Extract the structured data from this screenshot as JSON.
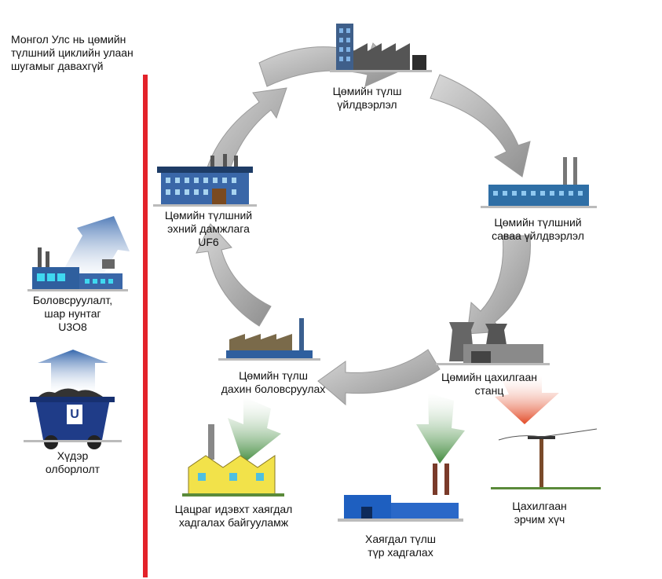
{
  "title": "Монгол Улс нь цөмийн\nтүлшний циклийн улаан\nшугамыг давахгүй",
  "labels": {
    "fuel_production": "Цөмийн түлш\nүйлдвэрлэл",
    "fuel_assembly": "Цөмийн түлшний\nсаваа үйлдвэрлэл",
    "power_station": "Цөмийн цахилгаан\nстанц",
    "reprocessing": "Цөмийн түлш\nдахин боловсруулах",
    "initial_chain": "Цөмийн түлшний\nэхний дамжлага\nUF6",
    "processing": "Боловсруулалт,\nшар нунтаг\nU3O8",
    "mining": "Хүдэр\nолборлолт",
    "waste_storage": "Цацраг идэвхт хаягдал\nхадгалах байгууламж",
    "spent_fuel_storage": "Хаягдал түлш\nтүр хадгалах",
    "electricity": "Цахилгаан\nэрчим хүч",
    "cart_letter": "U"
  },
  "colors": {
    "red_line": "#e3222a",
    "cycle_arrow": "#a9a9a9",
    "green_arrow": "#4f9a4a",
    "red_arrow": "#e8522f",
    "blue_arrow": "#3e73b8",
    "building_blue": "#2f5f9e",
    "building_yellow": "#f2e24a"
  }
}
